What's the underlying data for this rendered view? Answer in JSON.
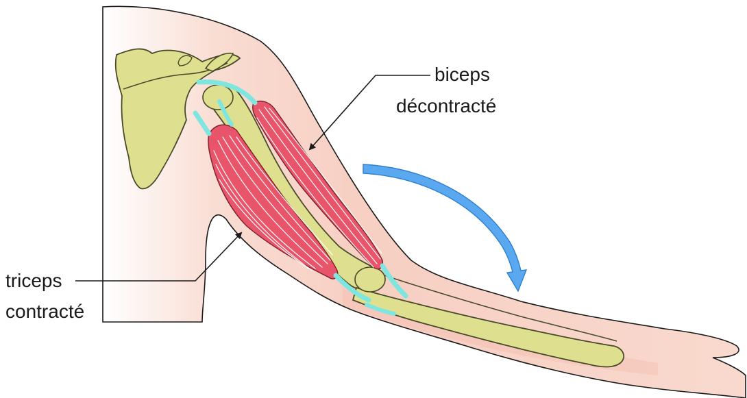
{
  "labels": {
    "biceps_line1": "biceps",
    "biceps_line2": "décontracté",
    "triceps_line1": "triceps",
    "triceps_line2": "contracté"
  },
  "colors": {
    "skin": "#f7cfc3",
    "skin_shadow": "#f3b8aa",
    "bone": "#dfe08f",
    "bone_outline": "#4a4a2a",
    "muscle": "#e8556a",
    "tendon": "#7ee6df",
    "arrow": "#5aa9f0",
    "line": "#1a1a1a"
  }
}
